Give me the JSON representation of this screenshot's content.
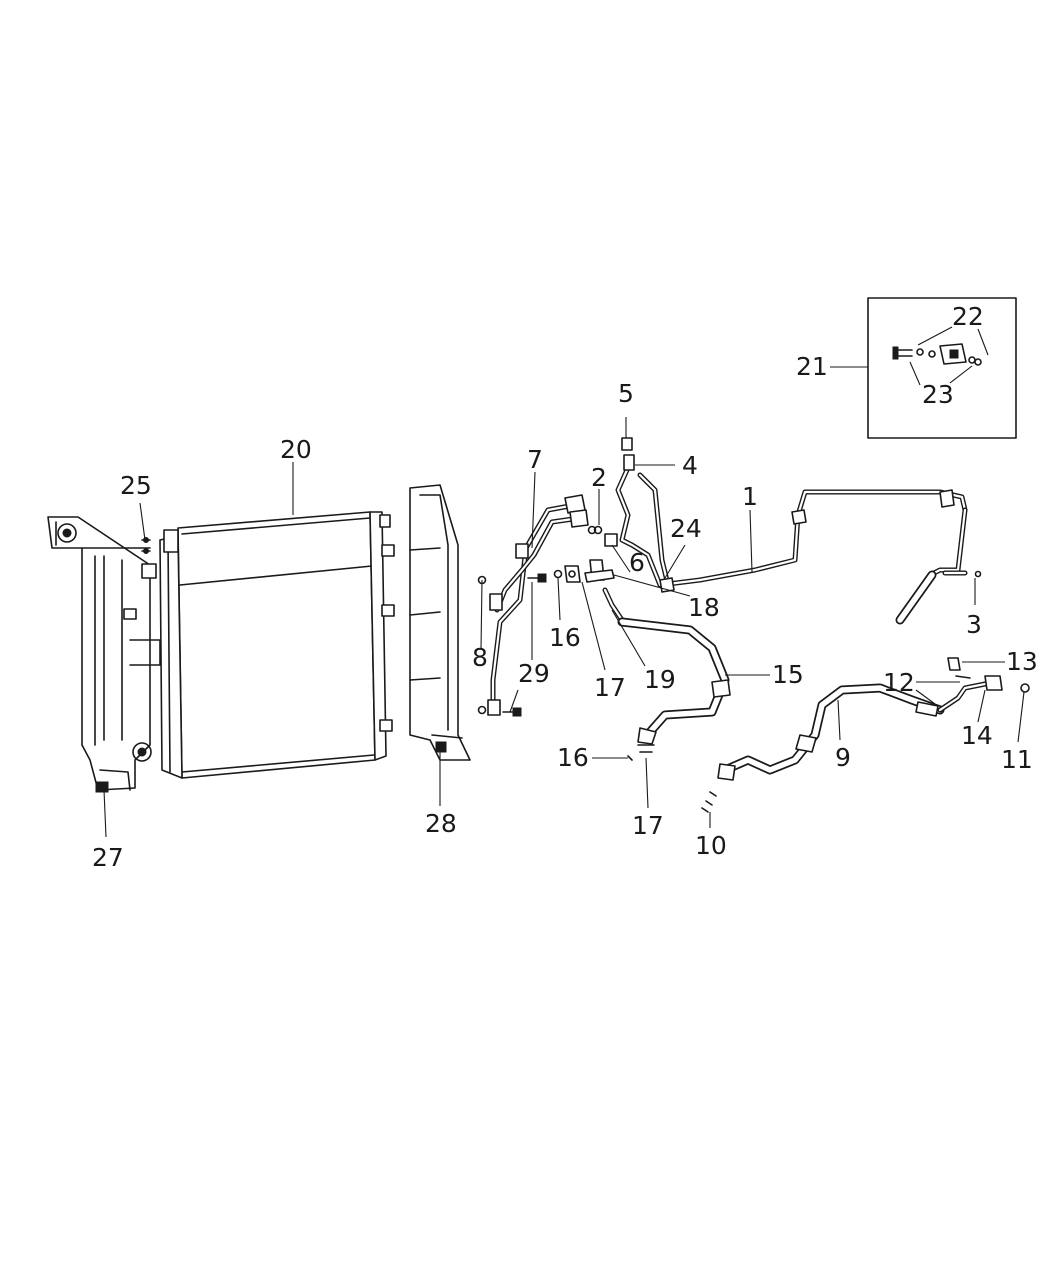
{
  "callouts": {
    "c1": "1",
    "c2": "2",
    "c3": "3",
    "c4": "4",
    "c5": "5",
    "c6": "6",
    "c7": "7",
    "c8": "8",
    "c9": "9",
    "c10": "10",
    "c11": "11",
    "c12": "12",
    "c13": "13",
    "c14": "14",
    "c15": "15",
    "c16a": "16",
    "c16b": "16",
    "c17a": "17",
    "c17b": "17",
    "c18": "18",
    "c19": "19",
    "c20": "20",
    "c21": "21",
    "c22": "22",
    "c23": "23",
    "c24": "24",
    "c25": "25",
    "c27": "27",
    "c28": "28",
    "c29": "29"
  }
}
